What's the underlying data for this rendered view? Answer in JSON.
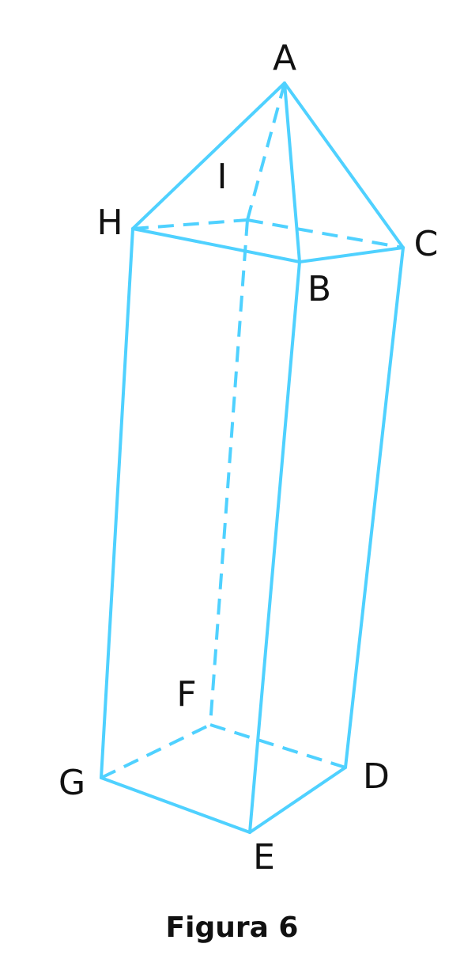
{
  "figure": {
    "caption": "Figura 6",
    "edge_color": "#4FD1FF",
    "vertices": [
      "A",
      "B",
      "C",
      "D",
      "E",
      "F",
      "G",
      "H",
      "I"
    ]
  }
}
